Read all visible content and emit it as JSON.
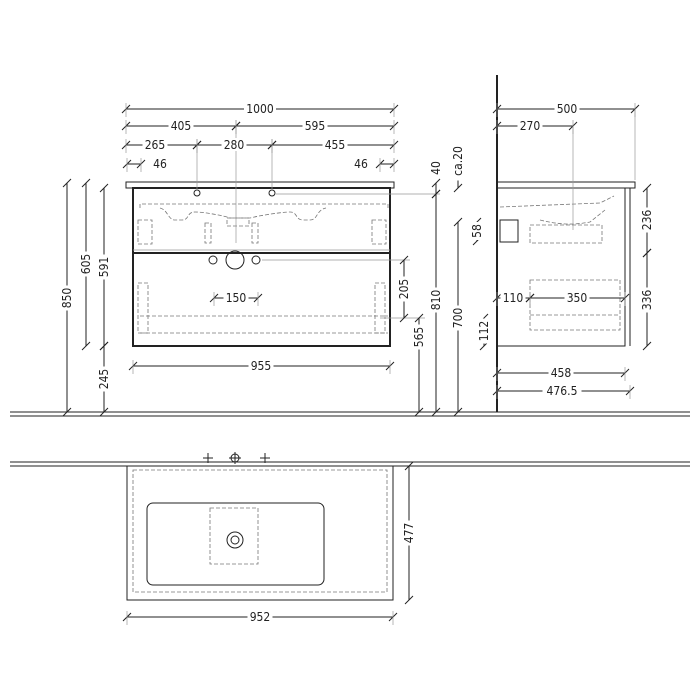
{
  "front_view": {
    "overall_width": "1000",
    "left_to_center": "405",
    "center_to_right": "595",
    "left_to_tap1": "265",
    "tap_spacing": "280",
    "tap2_to_right": "455",
    "left_overhang": "46",
    "right_overhang": "46",
    "top_thickness": "40",
    "total_height": "850",
    "cabinet_height_with_top": "605",
    "cabinet_height": "591",
    "floor_clearance": "245",
    "cabinet_width": "955",
    "drain_spacing": "150",
    "drain_offset": "205",
    "drain_height": "565",
    "top_height": "810"
  },
  "side_view": {
    "approx_gap": "ca.20",
    "height_700": "700",
    "bracket_58": "58",
    "bracket_112": "112",
    "overall_depth": "500",
    "tap_depth": "270",
    "upper_drawer": "236",
    "lower_drawer": "336",
    "inner_offset": "110",
    "inner_depth": "350",
    "cabinet_depth": "458",
    "depth_with_front": "476.5"
  },
  "top_view": {
    "depth": "477",
    "width": "952"
  }
}
